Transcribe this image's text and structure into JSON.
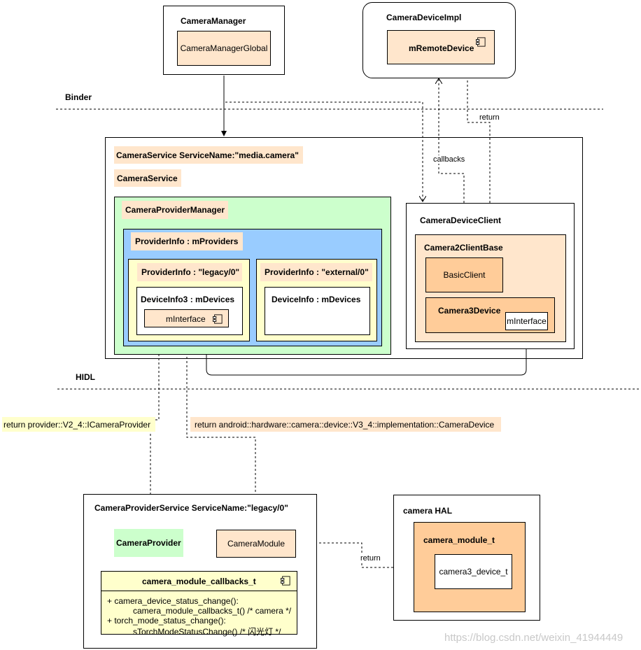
{
  "labels": {
    "camera_manager": "CameraManager",
    "camera_manager_global": "CameraManagerGlobal",
    "camera_device_impl": "CameraDeviceImpl",
    "m_remote_device": "mRemoteDevice",
    "binder": "Binder",
    "return_top": "return",
    "callbacks": "callbacks",
    "camera_service_name": "CameraService  ServiceName:\"media.camera\"",
    "camera_service": "CameraService",
    "camera_provider_manager": "CameraProviderManager",
    "provider_info_providers": "ProviderInfo : mProviders",
    "provider_info_legacy": "ProviderInfo : \"legacy/0\"",
    "provider_info_external": "ProviderInfo : \"external/0\"",
    "device_info3": "DeviceInfo3 : mDevices",
    "device_info": "DeviceInfo : mDevices",
    "m_interface_provider": "mInterface",
    "camera_device_client": "CameraDeviceClient",
    "camera2_client_base": "Camera2ClientBase",
    "basic_client": "BasicClient",
    "camera3_device": "Camera3Device",
    "m_interface_device": "mInterface",
    "hidl": "HIDL",
    "return_provider": "return  provider::V2_4::ICameraProvider",
    "return_camera_device": "return  android::hardware::camera::device::V3_4::implementation::CameraDevice",
    "camera_provider_service": "CameraProviderService   ServiceName:\"legacy/0\"",
    "camera_provider": "CameraProvider",
    "camera_module": "CameraModule",
    "callbacks_title": "camera_module_callbacks_t",
    "callbacks_line1": "+ camera_device_status_change():",
    "callbacks_line2": "camera_module_callbacks_t() /* camera */",
    "callbacks_line3": "+ torch_mode_status_change():",
    "callbacks_line4": "sTorchModeStatusChange()  /* 闪光灯 */",
    "camera_hal": "camera HAL",
    "camera_module_t": "camera_module_t",
    "camera3_device_t": "camera3_device_t",
    "return_hal": "return",
    "watermark": "https://blog.csdn.net/weixin_41944449"
  },
  "icons": {
    "component": "component-icon"
  }
}
